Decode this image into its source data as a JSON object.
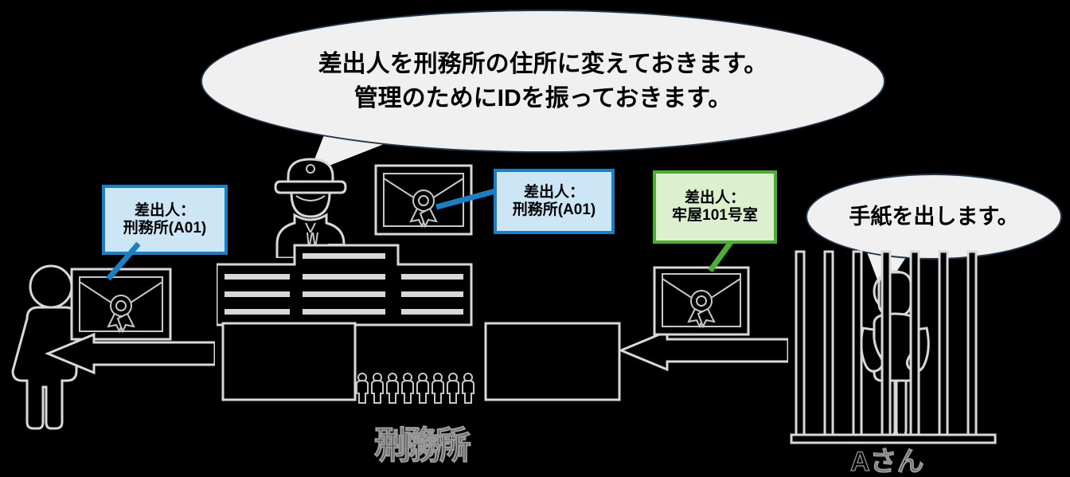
{
  "diagram": {
    "title_caption_prison": "刑務所",
    "title_caption_person": "Aさん",
    "bubbles": [
      {
        "name": "main-narration",
        "lines": [
          "差出人を刑務所の住所に変えておきます。",
          "管理のためにIDを振っておきます。"
        ]
      },
      {
        "name": "prisoner-statement",
        "lines": [
          "手紙を出します。"
        ]
      }
    ],
    "callouts": [
      {
        "name": "sender-left",
        "color": "#1B7FC4",
        "fill": "#CCE6F6",
        "label_line1": "差出人：",
        "label_line2": "刑務所(A01)"
      },
      {
        "name": "sender-middle",
        "color": "#1B7FC4",
        "fill": "#CCE6F6",
        "label_line1": "差出人：",
        "label_line2": "刑務所(A01)"
      },
      {
        "name": "sender-original",
        "color": "#4CAF33",
        "fill": "#DCF0CE",
        "label_line1": "差出人：",
        "label_line2": "牢屋101号室"
      }
    ],
    "icons": {
      "envelope": "sealed-letter-icon",
      "officer": "prison-officer-icon",
      "recipient": "person-silhouette-icon",
      "prisoner": "prisoner-behind-bars-icon",
      "building": "prison-building-icon",
      "arrow": "left-arrow-icon"
    },
    "colors": {
      "background": "#000000",
      "stroke": "#D8D8D8",
      "bubble_fill": "#F0F0F0",
      "bubble_border": "#20384A",
      "blue_accent": "#1B7FC4",
      "blue_fill": "#CCE6F6",
      "green_accent": "#4CAF33",
      "green_fill": "#DCF0CE"
    }
  }
}
